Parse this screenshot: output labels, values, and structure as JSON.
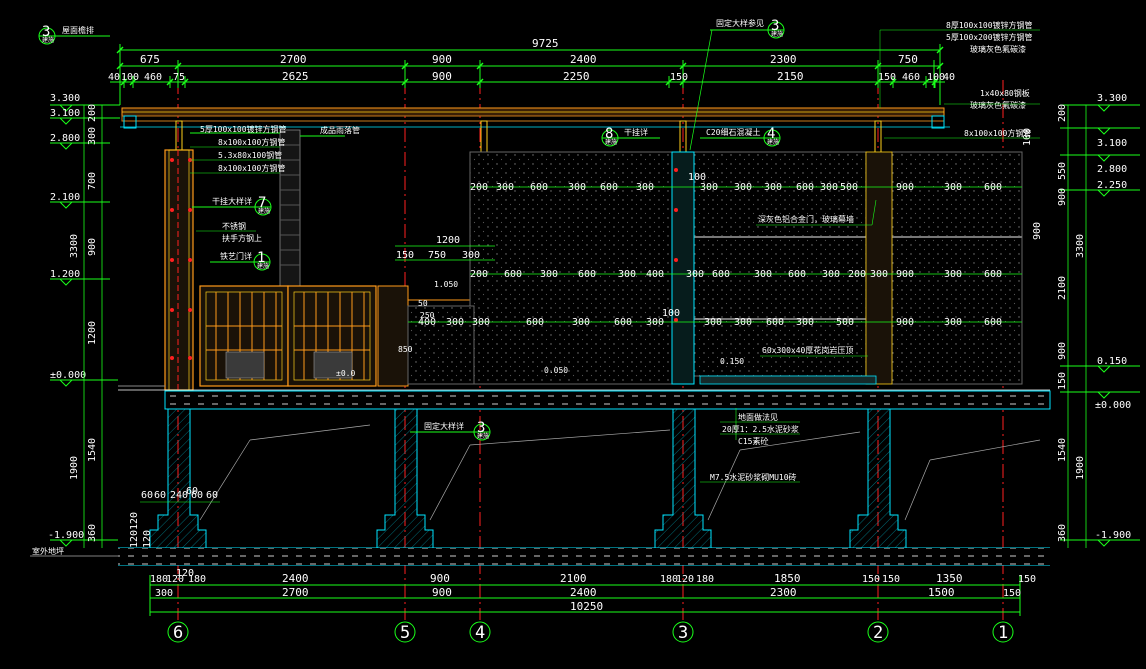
{
  "title_callout": {
    "num": "3",
    "label": "屋面檐排",
    "sheet": "建施"
  },
  "top_dims": {
    "total": "9725",
    "row2": [
      "675",
      "2700",
      "900",
      "2400",
      "2300",
      "750"
    ],
    "row3": [
      "40",
      "100",
      "460",
      "75",
      "2625",
      "900",
      "2250",
      "150",
      "2150",
      "150",
      "460",
      "100",
      "40"
    ]
  },
  "bottom_dims": {
    "row1": [
      "180",
      "120",
      "180",
      "2400",
      "900",
      "2100",
      "180",
      "120",
      "180",
      "1850",
      "150",
      "150",
      "1350",
      "150"
    ],
    "row2": [
      "300",
      "2700",
      "900",
      "2400",
      "2300",
      "1500",
      "150"
    ],
    "total": "10250"
  },
  "left_levels": [
    "3.300",
    "3.100",
    "2.800",
    "2.100",
    "1.200",
    "±0.000",
    "-1.900"
  ],
  "left_dims": [
    "200",
    "300",
    "700",
    "3300",
    "900",
    "1200",
    "1900",
    "1540",
    "360"
  ],
  "right_levels": [
    "3.300",
    "3.100",
    "2.800",
    "2.250",
    "0.150",
    "±0.000",
    "-1.900"
  ],
  "right_dims": [
    "200",
    "100",
    "550",
    "3300",
    "900",
    "2100",
    "900",
    "150",
    "1900",
    "1540",
    "360"
  ],
  "axes": [
    "6",
    "5",
    "4",
    "3",
    "2",
    "1"
  ],
  "notes_left": [
    "5厚100x100镀锌方钢管",
    "8x100x100方钢管",
    "5.3x80x100钢管",
    "8x100x100方钢管"
  ],
  "note_detail_7": {
    "num": "7",
    "label": "干挂大样详",
    "sheet": "建施"
  },
  "note_steel": "不锈钢",
  "note_handrail": "扶手方钢上",
  "note_gate": {
    "num": "1",
    "label": "铁艺门详",
    "sheet": "建施"
  },
  "note_downpipe": "成品雨落管",
  "note_canopy": {
    "num": "3",
    "label": "固定大样参见",
    "sheet": "建施"
  },
  "note_top_right": [
    "8厚100x100镀锌方钢管",
    "5厚100x200镀锌方钢管",
    "玻璃灰色氟碳漆"
  ],
  "note_right2": [
    "1x40x80钢板",
    "玻璃灰色氟碳漆"
  ],
  "note_right3": "8x100x100方钢管",
  "note_dry_hang": {
    "num": "8",
    "label": "干挂详",
    "sheet": "建施"
  },
  "note_c20": {
    "num": "4",
    "label": "C20细石混凝土",
    "sheet": "建施"
  },
  "note_door": "深灰色铝合金门，玻璃幕墙",
  "note_granite": "60x300x40厚花岗岩压顶",
  "note_floor": [
    "地面做法见",
    "20厚1：2.5水泥砂浆",
    "C15素砼"
  ],
  "note_foundation": "M7.5水泥砂浆砌MU10砖",
  "note_base_detail": {
    "num": "3",
    "label": "固定大样详",
    "sheet": "建施"
  },
  "note_ground": "室外地坪",
  "panel_dims": {
    "upper": [
      "200",
      "300",
      "600",
      "300",
      "600",
      "300",
      "300",
      "300",
      "300",
      "600",
      "300",
      "500",
      "900",
      "300",
      "600"
    ],
    "mid": [
      "200",
      "600",
      "300",
      "600",
      "300",
      "400",
      "300",
      "600",
      "300",
      "600",
      "300",
      "200",
      "300",
      "900",
      "300",
      "600"
    ],
    "lower": [
      "400",
      "300",
      "300",
      "600",
      "300",
      "600",
      "300",
      "300",
      "300",
      "600",
      "300",
      "500",
      "900",
      "300",
      "600"
    ],
    "rail_top": "1200",
    "rail_parts": [
      "150",
      "750",
      "300"
    ],
    "small": [
      "100",
      "100",
      "0.150",
      "0.050",
      "1.050",
      "850",
      "250",
      "50",
      "±0.0"
    ]
  },
  "found_dims": [
    "60",
    "60",
    "60",
    "240",
    "60",
    "60",
    "120",
    "120",
    "120",
    "120"
  ]
}
